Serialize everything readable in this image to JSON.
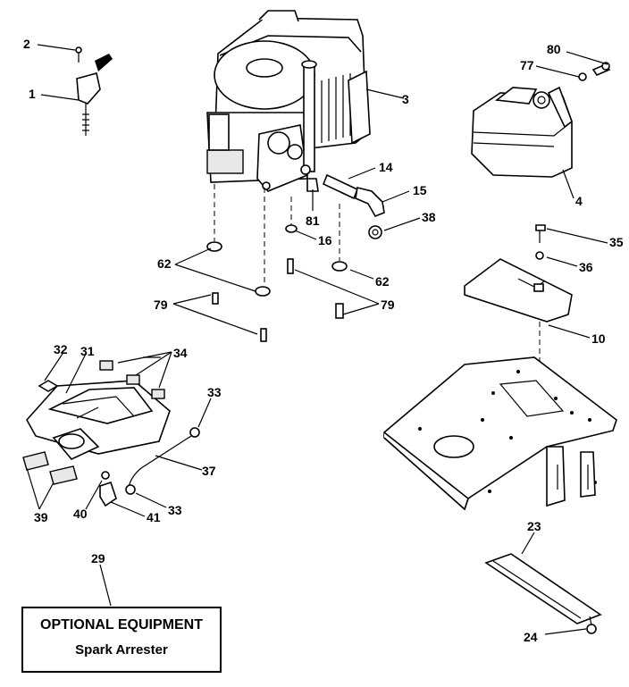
{
  "labels": {
    "p1": "1",
    "p2": "2",
    "p3": "3",
    "p4": "4",
    "p10": "10",
    "p14": "14",
    "p15": "15",
    "p16": "16",
    "p23": "23",
    "p24": "24",
    "p29": "29",
    "p31": "31",
    "p32": "32",
    "p33a": "33",
    "p33b": "33",
    "p34": "34",
    "p35": "35",
    "p36": "36",
    "p37": "37",
    "p38": "38",
    "p39": "39",
    "p40": "40",
    "p41": "41",
    "p62a": "62",
    "p62b": "62",
    "p77": "77",
    "p79a": "79",
    "p79b": "79",
    "p80": "80",
    "p81": "81"
  },
  "optional_box": {
    "title": "OPTIONAL EQUIPMENT",
    "subtitle": "Spark Arrester"
  }
}
